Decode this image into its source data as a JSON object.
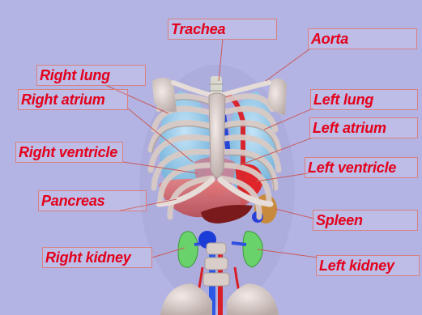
{
  "diagram": {
    "background": "#b4b4e4",
    "label_color": "#e4001b",
    "labels": {
      "trachea": "Trachea",
      "aorta": "Aorta",
      "right_lung": "Right lung",
      "right_atrium": "Right atrium",
      "right_ventricle": "Right ventricle",
      "pancreas": "Pancreas",
      "right_kidney": "Right kidney",
      "left_lung": "Left lung",
      "left_atrium": "Left atrium",
      "left_ventricle": "Left ventricle",
      "spleen": "Spleen",
      "left_kidney": "Left kidney"
    }
  }
}
